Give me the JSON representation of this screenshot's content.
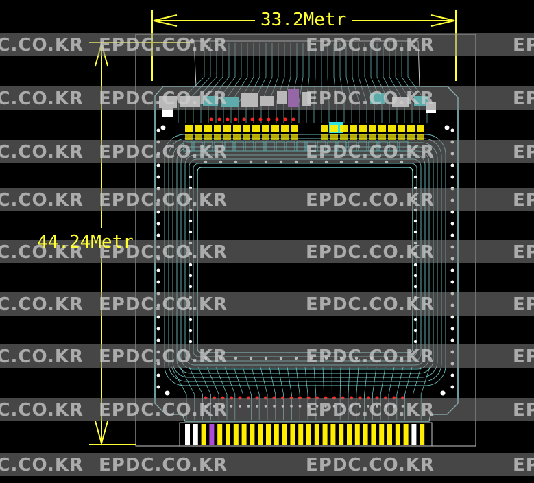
{
  "dimensions": {
    "width_label": "33.2Metr",
    "height_label": "44.24Metr"
  },
  "watermark": {
    "text": "EPDC.CO.KR"
  },
  "colors": {
    "background": "#000000",
    "dimension": "#ffff33",
    "outline": "#c8c8c8",
    "trace": "#7fdcdc",
    "pad_gold": "#ffee00",
    "pad_white": "#ffffff",
    "pad_magenta": "#b04bd8",
    "pad_cyan": "#33e0e0",
    "via": "#ffffff",
    "test_point": "#ff2222",
    "watermark_band": "#808080"
  },
  "board": {
    "type": "flexible PCB layout",
    "gold_finger_count": 30
  }
}
